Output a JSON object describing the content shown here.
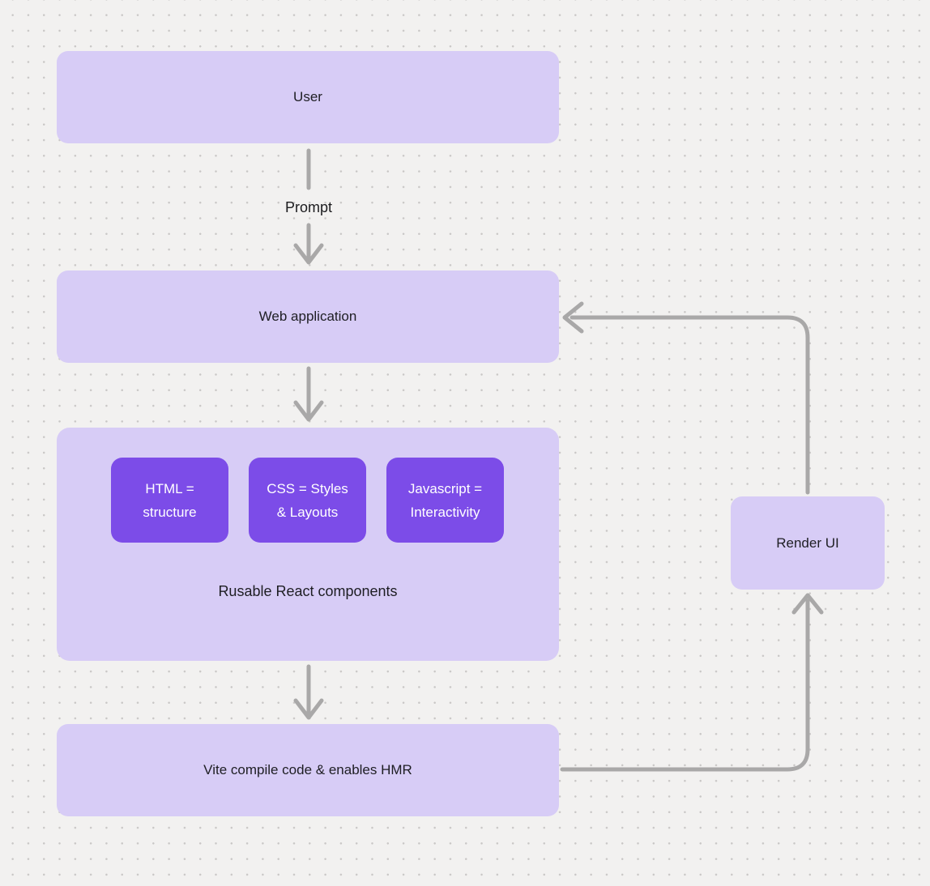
{
  "diagram": {
    "nodes": {
      "user": {
        "label": "User"
      },
      "web_application": {
        "label": "Web application"
      },
      "components": {
        "caption": "Rusable React components",
        "chips": [
          {
            "lines": [
              "HTML =",
              "structure"
            ]
          },
          {
            "lines": [
              "CSS = Styles",
              "& Layouts"
            ]
          },
          {
            "lines": [
              "Javascript =",
              "Interactivity"
            ]
          }
        ]
      },
      "vite": {
        "label": "Vite compile code & enables HMR"
      },
      "render_ui": {
        "label": "Render UI"
      }
    },
    "edges": {
      "prompt_label": "Prompt"
    },
    "colors": {
      "node_fill": "#d7ccf6",
      "chip_fill": "#7c4ce8",
      "chip_text": "#ffffff",
      "arrow": "#a9a8a8",
      "text": "#1e1e23",
      "background": "#f2f1f0",
      "grid_dot": "#c9c7c6"
    }
  }
}
